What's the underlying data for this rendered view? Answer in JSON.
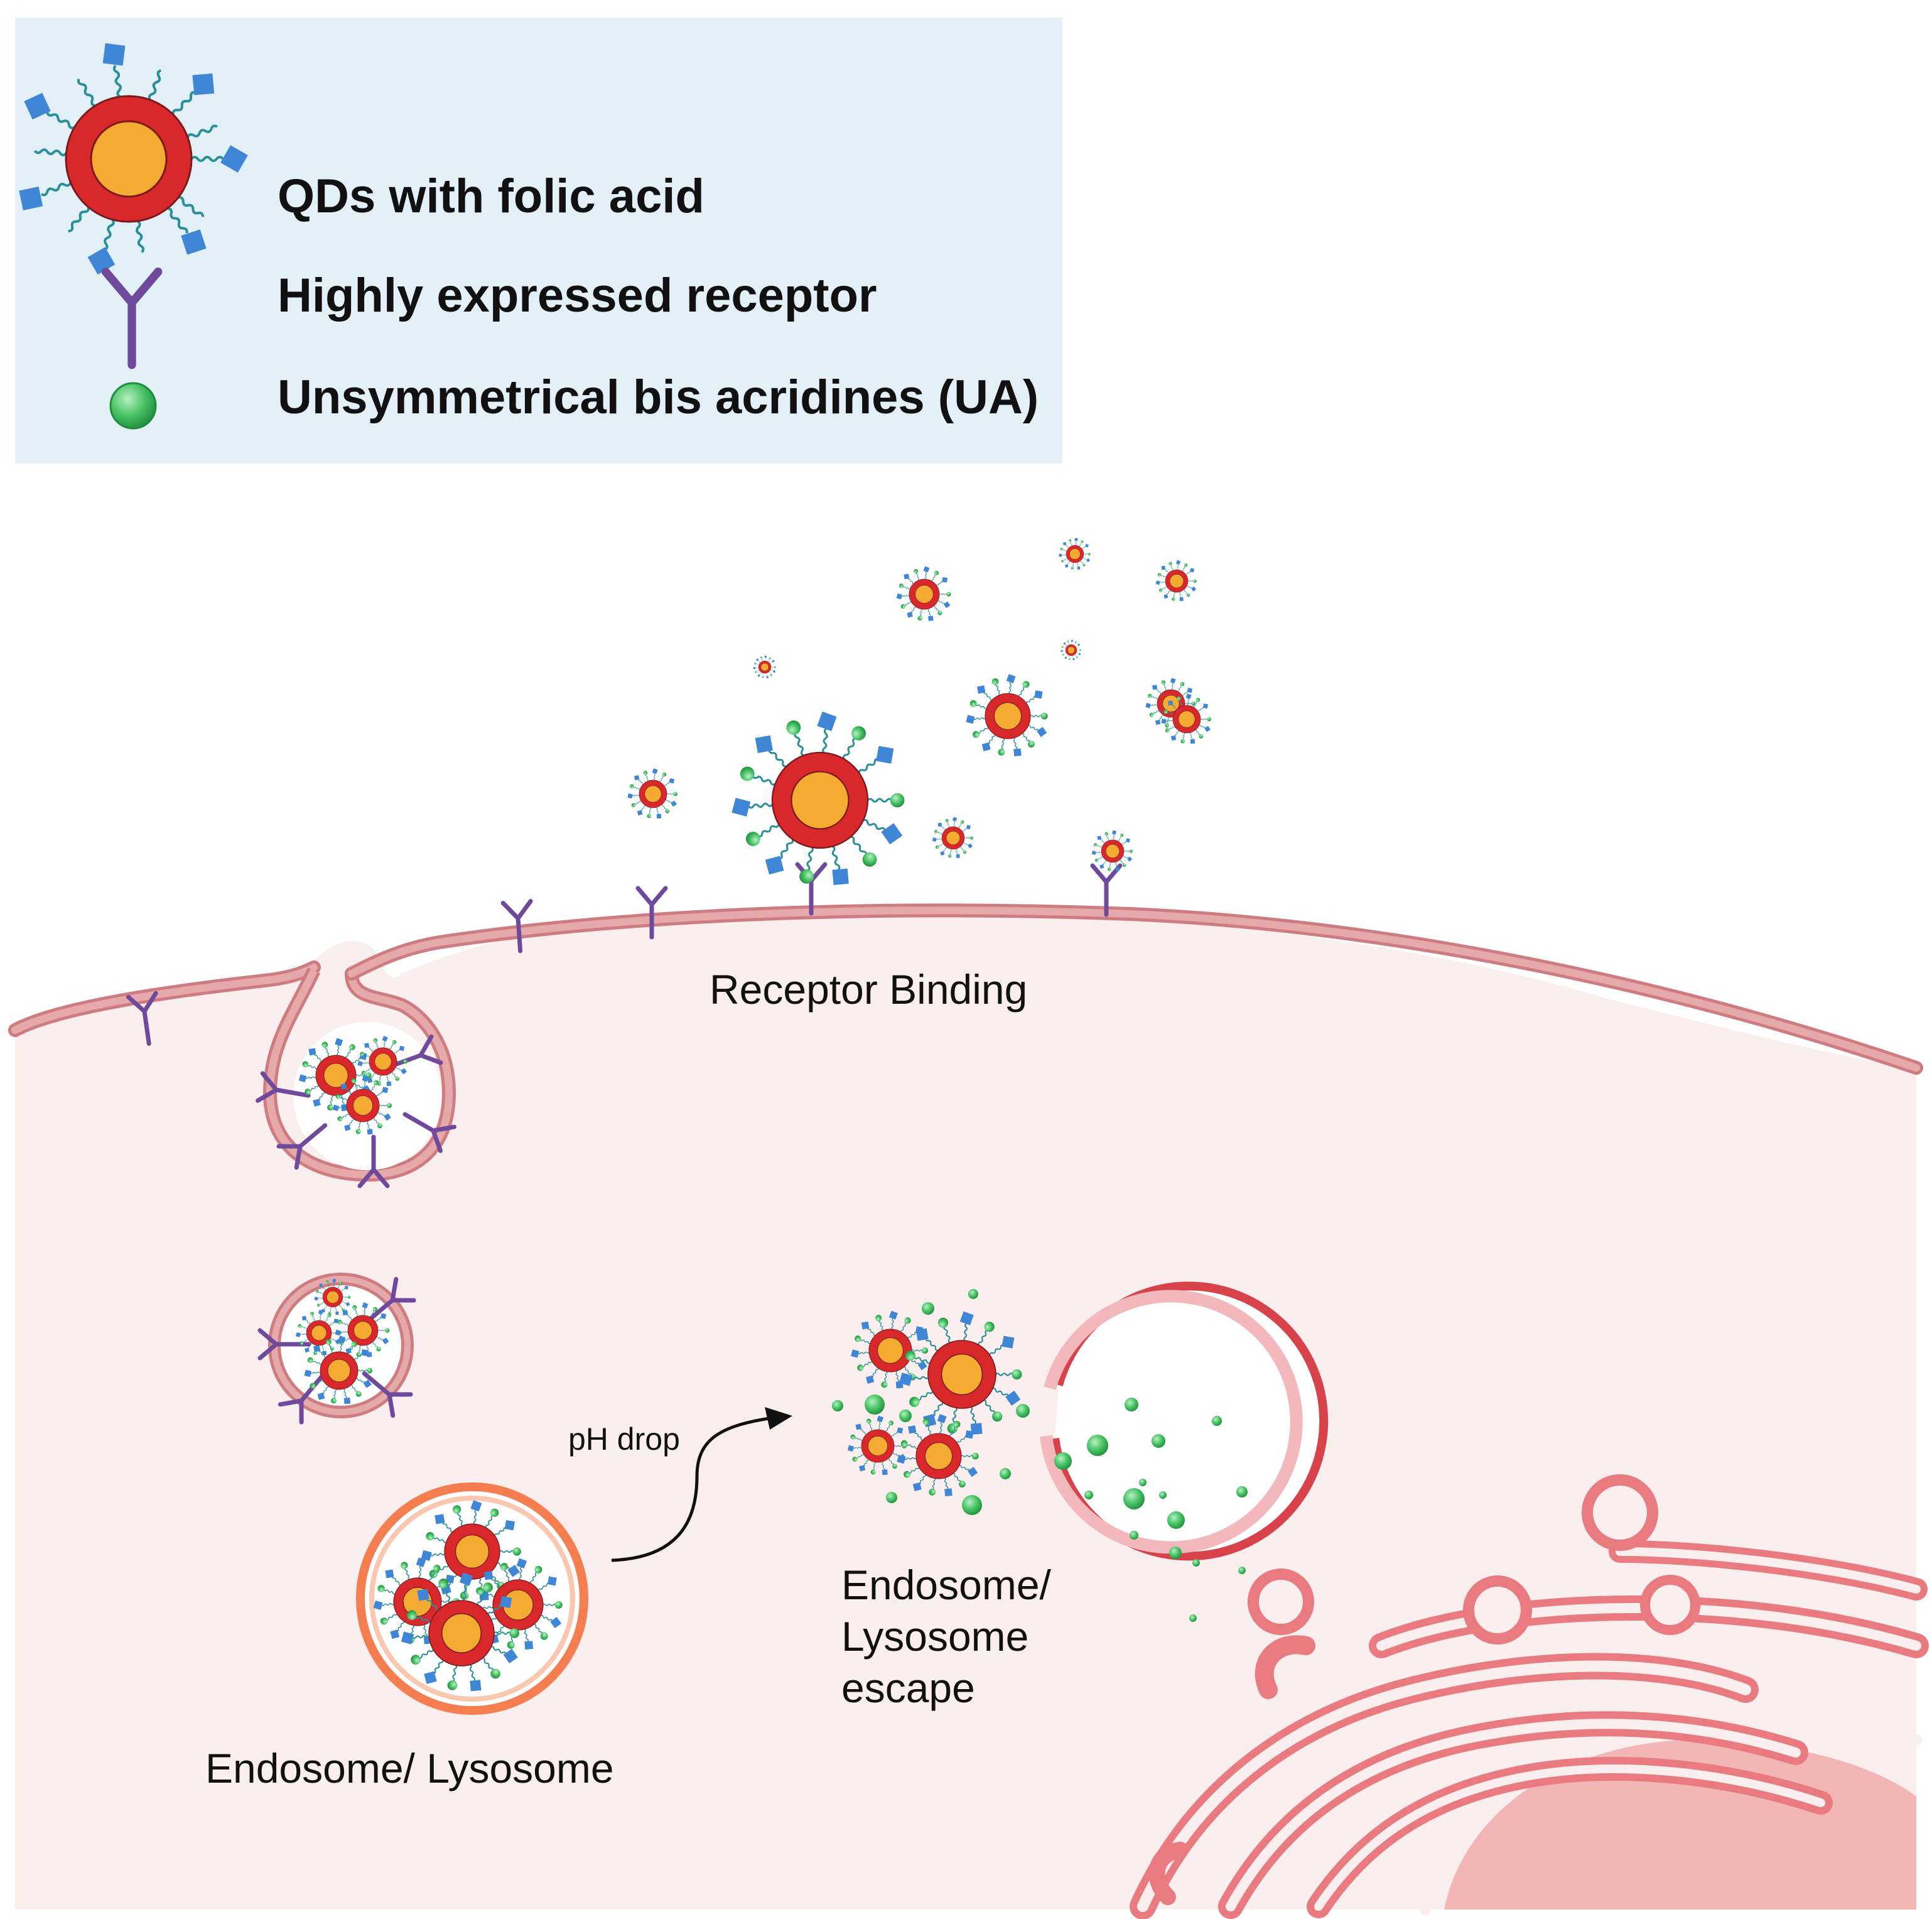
{
  "legend": {
    "items": [
      {
        "icon": "quantum-dot-folic-acid-icon",
        "label": "QDs with folic acid"
      },
      {
        "icon": "receptor-icon",
        "label": "Highly expressed receptor"
      },
      {
        "icon": "ua-sphere-icon",
        "label": "Unsymmetrical bis acridines (UA)"
      }
    ]
  },
  "labels": {
    "receptor_binding": "Receptor Binding",
    "ph_drop": "pH drop",
    "endosome_lysosome": "Endosome/ Lysosome",
    "escape_line1": "Endosome/",
    "escape_line2": "Lysosome",
    "escape_line3": "escape"
  },
  "colors": {
    "legend_bg": "#e4f0f8",
    "qd_shell": "#d8282c",
    "qd_core": "#f5ab32",
    "folic_acid": "#3f87d6",
    "ligand": "#2a8f9a",
    "receptor": "#6f4a9c",
    "ua": "#46c163",
    "cytoplasm": "#fbeeee",
    "membrane": "#cf7c80",
    "membrane_fill": "#e6a9ab",
    "lysosome": "#f47e4f",
    "er": "#e87a80",
    "nucleus": "#f2b6b7"
  }
}
